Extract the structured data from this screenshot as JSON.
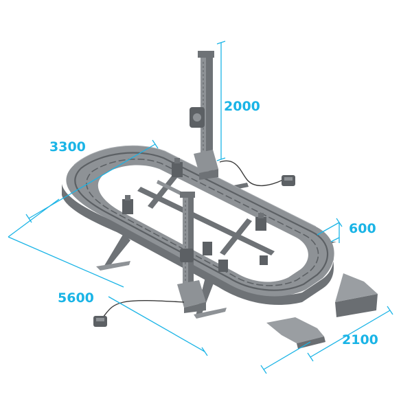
{
  "colors": {
    "dimension": "#1ab4e6",
    "frame_top": "#8e9296",
    "frame_side": "#6e7276",
    "rail_groove": "#5c6064",
    "rail_highlight": "#a8acb0",
    "ramp": "#9a9ea2",
    "ramp_dark": "#6a6e72",
    "cable": "#3a3a3a"
  },
  "dimensions": {
    "height": "2000",
    "width_long": "3300",
    "length": "5600",
    "rail_width": "600",
    "ramp_span": "2100"
  },
  "icons": {
    "equipment": "car-frame-straightening-bench-icon",
    "tower": "pulling-tower-icon",
    "ramp": "drive-on-ramp-icon",
    "pendant": "remote-pendant-control-icon"
  }
}
